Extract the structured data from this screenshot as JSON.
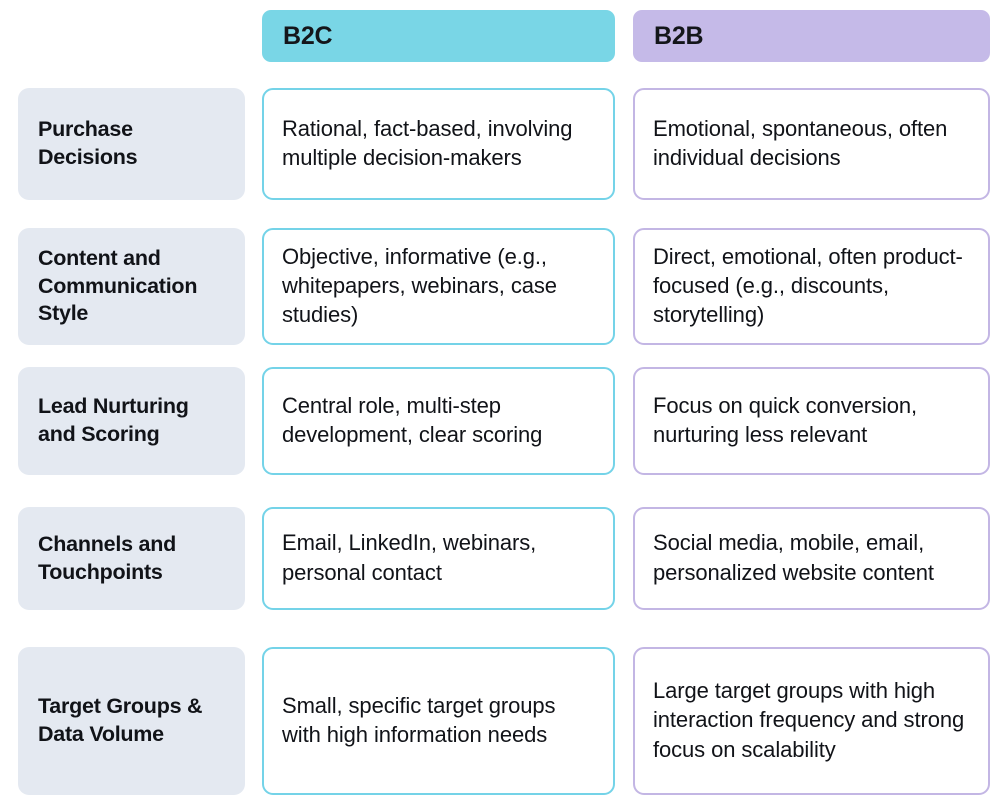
{
  "table": {
    "corner_label": "",
    "columns": [
      {
        "id": "b2c",
        "label": "B2C",
        "header_color": "#79d6e6",
        "border_color": "#74d3e8"
      },
      {
        "id": "b2b",
        "label": "B2B",
        "header_color": "#c5bae8",
        "border_color": "#c3b6e4"
      }
    ],
    "row_label_bg": "#e4e9f1",
    "rows": [
      {
        "label": "Purchase Decisions",
        "b2c": "Rational, fact-based, involving multiple decision-makers",
        "b2b": "Emotional, spontaneous, often individual decisions"
      },
      {
        "label": "Content and Communication Style",
        "b2c": "Objective, informative (e.g., whitepapers, webinars, case studies)",
        "b2b": "Direct, emotional, often product-focused (e.g., discounts, storytelling)"
      },
      {
        "label": "Lead Nurturing and Scoring",
        "b2c": "Central role, multi-step development, clear scoring",
        "b2b": "Focus on quick conversion, nurturing less relevant"
      },
      {
        "label": "Channels and Touchpoints",
        "b2c": "Email, LinkedIn, webinars, personal contact",
        "b2b": "Social media, mobile, email, personalized website content"
      },
      {
        "label": "Target Groups & Data Volume",
        "b2c": "Small, specific target groups with high information needs",
        "b2b": "Large target groups with high interaction frequency and strong focus on scalability"
      }
    ]
  }
}
